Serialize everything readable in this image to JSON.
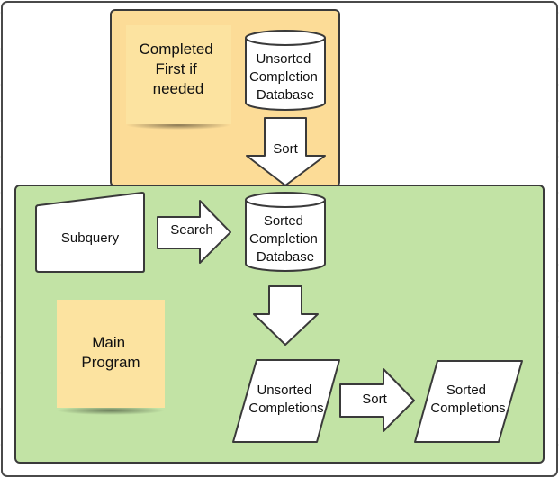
{
  "diagram": {
    "groups": {
      "precompute": {
        "fill": "#fcdc97"
      },
      "main": {
        "fill": "#c2e3a5"
      }
    },
    "notes": {
      "completed_first": {
        "lines": [
          "Completed",
          "First if",
          "needed"
        ],
        "fill": "#fce3a0"
      },
      "main_program": {
        "lines": [
          "Main",
          "Program"
        ],
        "fill": "#fce3a0"
      }
    },
    "nodes": {
      "unsorted_db": {
        "lines": [
          "Unsorted",
          "Completion",
          "Database"
        ]
      },
      "sorted_db": {
        "lines": [
          "Sorted",
          "Completion",
          "Database"
        ]
      },
      "subquery": {
        "lines": [
          "Subquery"
        ]
      },
      "unsorted_completions": {
        "lines": [
          "Unsorted",
          "Completions"
        ]
      },
      "sorted_completions": {
        "lines": [
          "Sorted",
          "Completions"
        ]
      }
    },
    "arrows": {
      "sort_db": {
        "label": "Sort"
      },
      "search": {
        "label": "Search"
      },
      "down_to_completions": {
        "label": ""
      },
      "sort_completions": {
        "label": "Sort"
      }
    },
    "colors": {
      "stroke": "#3a3a3a",
      "shape_fill": "#ffffff",
      "outer_border": "#4a4a4a",
      "grid_line": "#e6e6e6"
    }
  }
}
